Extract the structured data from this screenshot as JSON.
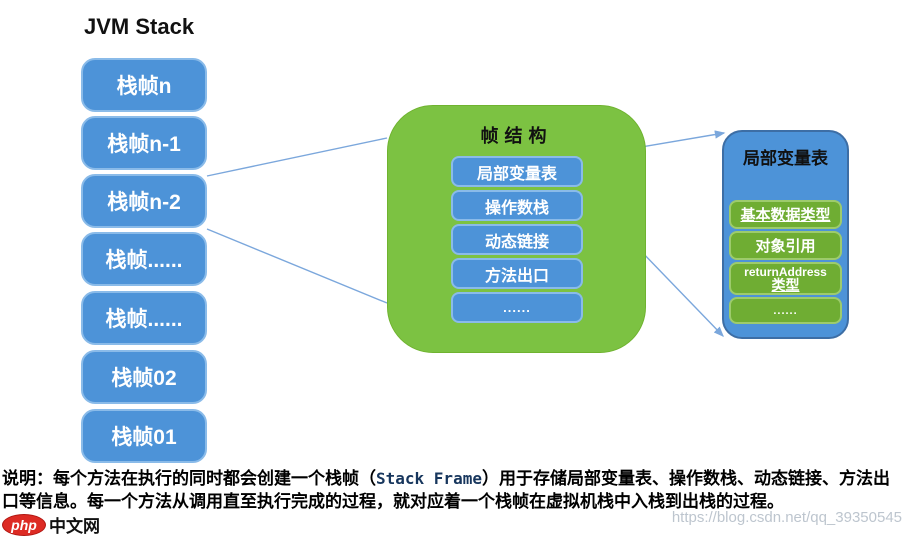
{
  "page": {
    "title": "JVM Stack"
  },
  "stack": {
    "frames": [
      "栈帧n",
      "栈帧n-1",
      "栈帧n-2",
      "栈帧......",
      "栈帧......",
      "栈帧02",
      "栈帧01"
    ]
  },
  "frame_structure": {
    "title": "帧结构",
    "items": [
      "局部变量表",
      "操作数栈",
      "动态链接",
      "方法出口",
      "......"
    ]
  },
  "local_variable_table": {
    "title": "局部变量表",
    "item_basic": "基本数据类型",
    "item_object_ref": "对象引用",
    "item_return_address_line1": "returnAddress",
    "item_return_address_line2": "类型",
    "item_more": "......"
  },
  "description": {
    "prefix": "说明：每个方法在执行的同时都会创建一个栈帧（",
    "highlight": "Stack Frame",
    "suffix": "）用于存储局部变量表、操作数栈、动态链接、方法出口等信息。每一个方法从调用直至执行完成的过程，就对应着一个栈帧在虚拟机栈中入栈到出栈的过程。"
  },
  "watermark": "https://blog.csdn.net/qq_39350545",
  "logo": {
    "badge": "php",
    "name": "中文网"
  },
  "colors": {
    "box_blue": "#4D93D8",
    "box_blue_border": "#8ABBE9",
    "panel_green": "#7CC242",
    "green_item": "#6FAD33",
    "green_item_border": "#9DCB6C",
    "panel_blue_border": "#3D6EA5",
    "connector": "#7BA7DC",
    "latin_highlight": "#17365D",
    "logo_red": "#DD2B24"
  }
}
